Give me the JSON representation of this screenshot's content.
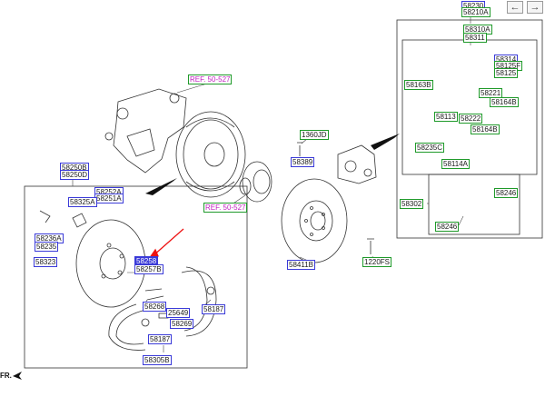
{
  "nav": {
    "back": "←",
    "forward": "→"
  },
  "corner_text": "FR.",
  "labels": {
    "l58230": "58230",
    "l58210A": "58210A",
    "l58310A": "58310A",
    "l58311": "58311",
    "l58314": "58314",
    "l58125F": "58125F",
    "l58125": "58125",
    "l58163B": "58163B",
    "l58221": "58221",
    "l58164B_a": "58164B",
    "l58113": "58113",
    "l58222": "58222",
    "l58164B_b": "58164B",
    "l58235C": "58235C",
    "l58114A": "58114A",
    "l58302": "58302",
    "l58246_a": "58246",
    "l58246_b": "58246",
    "ref1": "REF. 50-527",
    "ref2": "REF. 50-527",
    "l1360JD": "1360JD",
    "l58389": "58389",
    "l58411B": "58411B",
    "l1220FS": "1220FS",
    "l58250B": "58250B",
    "l58250D": "58250D",
    "l58252A": "58252A",
    "l58251A": "58251A",
    "l58325A": "58325A",
    "l58236A": "58236A",
    "l58235": "58235",
    "l58323": "58323",
    "l58258": "58258",
    "l58257B": "58257B",
    "l58268": "58268",
    "l25649": "25649",
    "l58269": "58269",
    "l58187_a": "58187",
    "l58187_b": "58187",
    "l58305B": "58305B"
  }
}
